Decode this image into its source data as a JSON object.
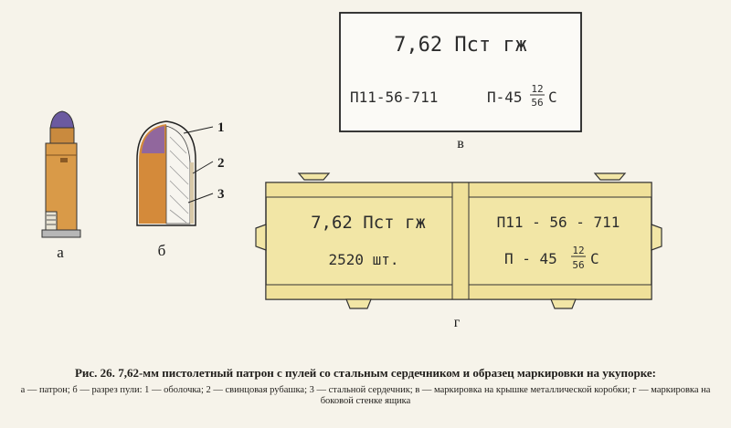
{
  "box_top": {
    "title": "7,62 Пст гж",
    "left_code": "П11-56-711",
    "right_code_prefix": "П-45",
    "fraction_num": "12",
    "fraction_den": "56",
    "right_code_suffix": "С",
    "letter": "в"
  },
  "crate": {
    "left_title": "7,62 Пст гж",
    "left_qty": "2520 шт.",
    "right_code": "П11 - 56 - 711",
    "right_code_prefix": "П - 45",
    "fraction_num": "12",
    "fraction_den": "56",
    "right_code_suffix": "С",
    "letter": "г"
  },
  "cartridge": {
    "letter": "а"
  },
  "bullet": {
    "letter": "б",
    "callouts": [
      "1",
      "2",
      "3"
    ]
  },
  "caption": {
    "fig_label": "Рис. 26.",
    "title_rest": "7,62-мм пистолетный патрон с пулей со стальным сердечником и образец маркировки на укупорке:",
    "legend": "а — патрон; б — разрез пули: 1 — оболочка; 2 — свинцовая рубашка; 3 — стальной сердечник; в — маркировка на крышке металлической коробки; г — маркировка на боковой стенке ящика"
  },
  "colors": {
    "paper": "#f6f3ea",
    "brass": "#d99a48",
    "tip": "#6b5aa0",
    "wood": "#f2e6a6",
    "core_white": "#f4f1ea"
  }
}
